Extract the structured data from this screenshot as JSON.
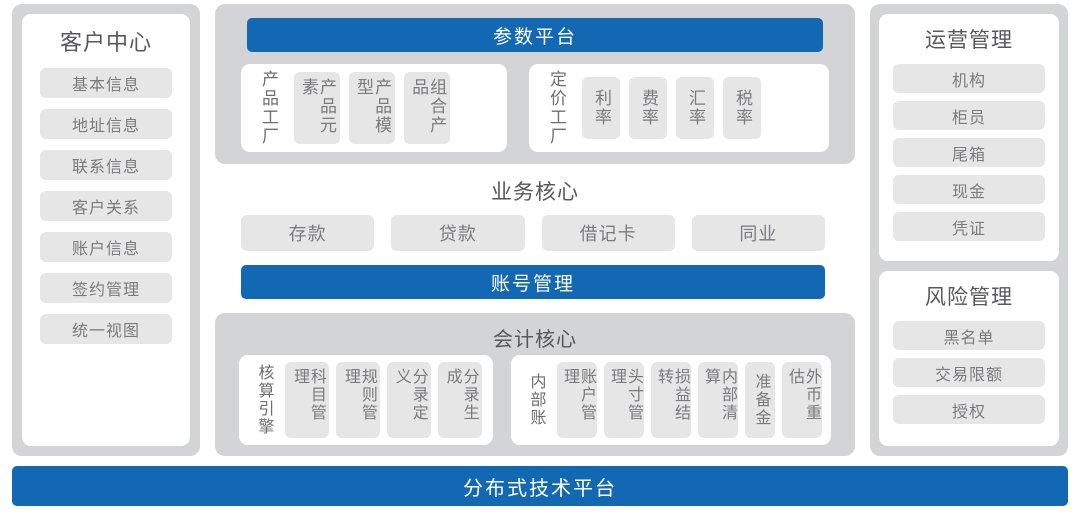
{
  "colors": {
    "brand_blue": "#1268b3",
    "panel_gray": "#d3d4d6",
    "chip_gray": "#e6e6e7",
    "title_text": "#58585a",
    "chip_text": "#7b7b7d",
    "card_white": "#ffffff"
  },
  "customer_center": {
    "title": "客户中心",
    "items": [
      {
        "label": "基本信息"
      },
      {
        "label": "地址信息"
      },
      {
        "label": "联系信息"
      },
      {
        "label": "客户关系"
      },
      {
        "label": "账户信息"
      },
      {
        "label": "签约管理"
      },
      {
        "label": "统一视图"
      }
    ]
  },
  "parameter_platform": {
    "title": "参数平台",
    "groups": [
      {
        "label": "产品工厂",
        "items": [
          {
            "label": "产品元素"
          },
          {
            "label": "产品模型"
          },
          {
            "label": "组合产品"
          }
        ]
      },
      {
        "label": "定价工厂",
        "items": [
          {
            "label": "利率"
          },
          {
            "label": "费率"
          },
          {
            "label": "汇率"
          },
          {
            "label": "税率"
          }
        ]
      }
    ]
  },
  "business_core": {
    "title": "业务核心",
    "items": [
      {
        "label": "存款"
      },
      {
        "label": "贷款"
      },
      {
        "label": "借记卡"
      },
      {
        "label": "同业"
      }
    ],
    "account_management": "账号管理"
  },
  "accounting_core": {
    "title": "会计核心",
    "groups": [
      {
        "label": "核算引擎",
        "items": [
          {
            "label": "科目管理"
          },
          {
            "label": "规则管理"
          },
          {
            "label": "分录定义"
          },
          {
            "label": "分录生成"
          }
        ]
      },
      {
        "label": "内部账",
        "items": [
          {
            "label": "账户管理"
          },
          {
            "label": "头寸管理"
          },
          {
            "label": "损益结转"
          },
          {
            "label": "内部清算"
          },
          {
            "label": "准备金"
          },
          {
            "label": "外币重估"
          }
        ]
      }
    ]
  },
  "operations_management": {
    "title": "运营管理",
    "items": [
      {
        "label": "机构"
      },
      {
        "label": "柜员"
      },
      {
        "label": "尾箱"
      },
      {
        "label": "现金"
      },
      {
        "label": "凭证"
      }
    ]
  },
  "risk_management": {
    "title": "风险管理",
    "items": [
      {
        "label": "黑名单"
      },
      {
        "label": "交易限额"
      },
      {
        "label": "授权"
      }
    ]
  },
  "technology_platform": {
    "label": "分布式技术平台"
  }
}
